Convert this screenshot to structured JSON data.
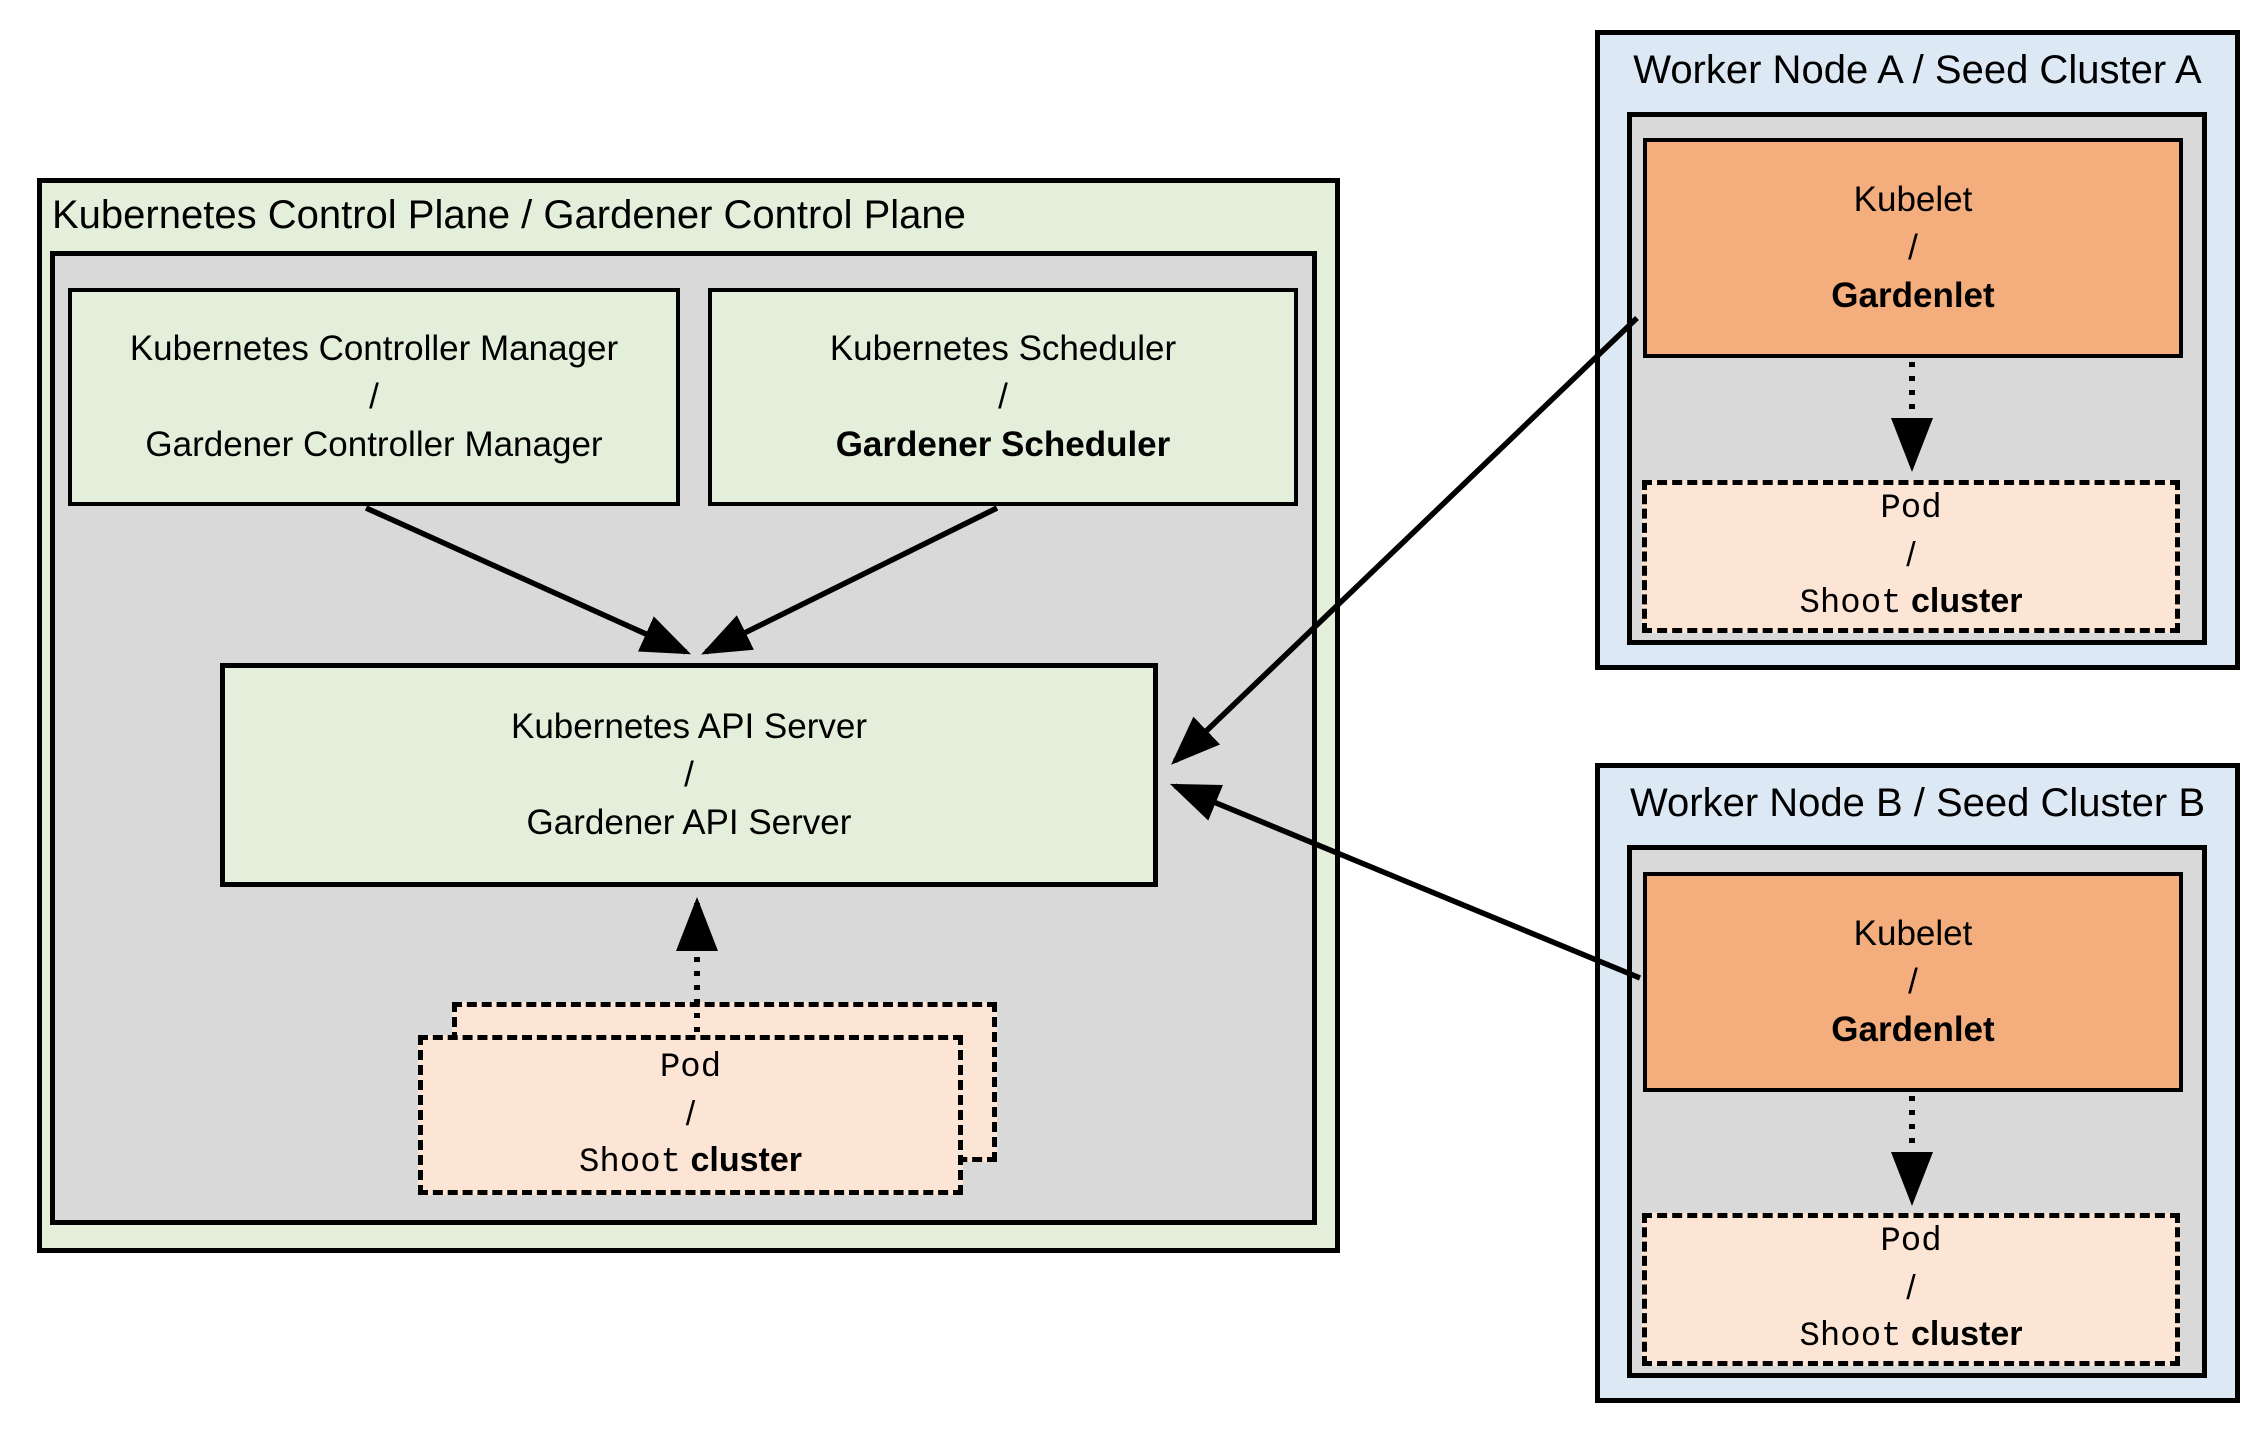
{
  "colors": {
    "green": "#e3efda",
    "gray": "#d9d9d9",
    "blue": "#dde8f5",
    "orange": "#f4ad7d",
    "peach": "#fce5d5",
    "line": "#000000",
    "canvas": "#ffffff"
  },
  "control_plane": {
    "title": "Kubernetes Control Plane / Gardener Control Plane",
    "controller_manager": {
      "l1": "Kubernetes Controller Manager",
      "l2": "/",
      "l3": "Gardener Controller Manager"
    },
    "scheduler": {
      "l1": "Kubernetes Scheduler",
      "l2": "/",
      "l3": "Gardener Scheduler"
    },
    "api_server": {
      "l1": "Kubernetes API Server",
      "l2": "/",
      "l3": "Gardener API Server"
    }
  },
  "pod": {
    "l1": "Pod",
    "l2": "/",
    "l3_mono": "Shoot",
    "l3_bold": "cluster"
  },
  "worker_a": {
    "title": "Worker Node A / Seed Cluster A",
    "kubelet": {
      "l1": "Kubelet",
      "l2": "/",
      "l3": "Gardenlet"
    }
  },
  "worker_b": {
    "title": "Worker Node B / Seed Cluster B",
    "kubelet": {
      "l1": "Kubelet",
      "l2": "/",
      "l3": "Gardenlet"
    }
  }
}
